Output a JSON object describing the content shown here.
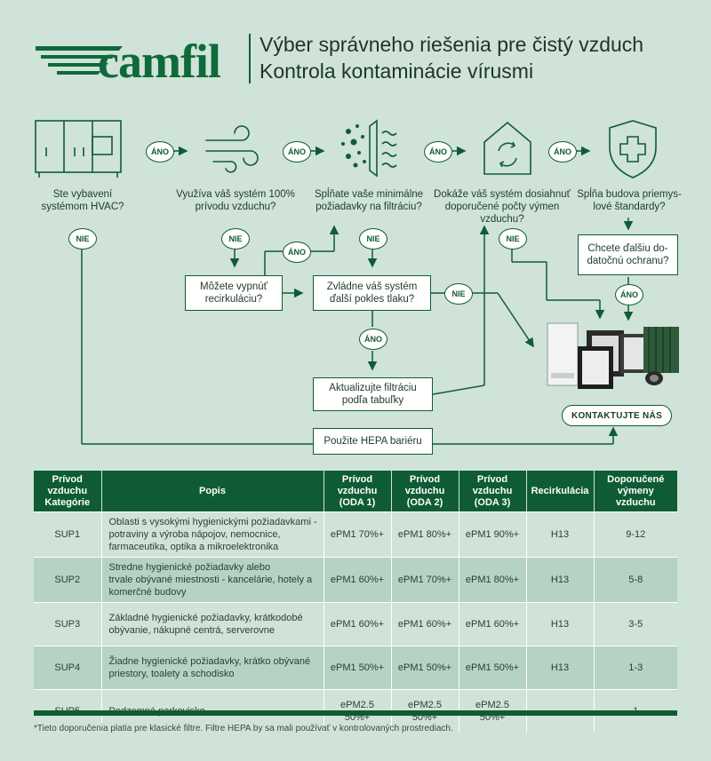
{
  "header": {
    "brand": "camfil",
    "title_line1": "Výber správneho riešenia pre čistý vzduch",
    "title_line2": "Kontrola kontaminácie vírusmi"
  },
  "flow": {
    "steps": [
      {
        "label_1": "Ste vybavení",
        "label_2": "systémom HVAC?",
        "icon": "hvac-unit-icon"
      },
      {
        "label_1": "Využíva váš systém 100%",
        "label_2": "prívodu vzduchu?",
        "icon": "airflow-icon"
      },
      {
        "label_1": "Spĺňate vaše minimálne",
        "label_2": "požiadavky na filtráciu?",
        "icon": "filtration-icon"
      },
      {
        "label_1": "Dokáže váš systém dosiahnuť",
        "label_2": "doporučené počty výmen",
        "label_3": "vzduchu?",
        "icon": "air-exchange-house-icon"
      },
      {
        "label_1": "Spĺňa budova priemys-",
        "label_2": "lové štandardy?",
        "icon": "health-shield-icon"
      }
    ],
    "yes": "ÁNO",
    "no": "NIE",
    "boxes": {
      "recirculation_1": "Môžete vypnúť",
      "recirculation_2": "recirkuláciu?",
      "pressure_1": "Zvládne váš systém",
      "pressure_2": "ďalší pokles tlaku?",
      "update_1": "Aktualizujte filtráciu",
      "update_2": "podľa tabuľky",
      "hepa": "Použite HEPA bariéru",
      "more_1": "Chcete ďalšiu do-",
      "more_2": "datočnú ochranu?"
    },
    "contact": "KONTAKTUJTE NÁS"
  },
  "table": {
    "headers": {
      "cat_1": "Prívod",
      "cat_2": "vzduchu",
      "cat_3": "Kategórie",
      "desc": "Popis",
      "oda1_1": "Prívod",
      "oda1_2": "vzduchu",
      "oda1_3": "(ODA 1)",
      "oda2_1": "Prívod",
      "oda2_2": "vzduchu",
      "oda2_3": "(ODA 2)",
      "oda3_1": "Prívod",
      "oda3_2": "vzduchu",
      "oda3_3": "(ODA 3)",
      "recirc": "Recirkulácia",
      "exch_1": "Doporučené",
      "exch_2": "výmeny",
      "exch_3": "vzduchu"
    },
    "rows": [
      {
        "cat": "SUP1",
        "desc_1": "Oblasti s vysokými hygienickými požiadavkami -",
        "desc_2": "potraviny a výroba nápojov, nemocnice,",
        "desc_3": "farmaceutika, optika a mikroelektronika",
        "oda1": "ePM1 70%+",
        "oda2": "ePM1 80%+",
        "oda3": "ePM1 90%+",
        "recirc": "H13",
        "exch": "9-12"
      },
      {
        "cat": "SUP2",
        "desc_1": "Stredne hygienické požiadavky alebo",
        "desc_2": "trvale obývané miestnosti - kancelárie, hotely a",
        "desc_3": "komerčné budovy",
        "oda1": "ePM1 60%+",
        "oda2": "ePM1 70%+",
        "oda3": "ePM1 80%+",
        "recirc": "H13",
        "exch": "5-8"
      },
      {
        "cat": "SUP3",
        "desc_1": "Základné hygienické požiadavky, krátkodobé",
        "desc_2": "obývanie, nákupné centrá, serverovne",
        "oda1": "ePM1 60%+",
        "oda2": "ePM1 60%+",
        "oda3": "ePM1 60%+",
        "recirc": "H13",
        "exch": "3-5"
      },
      {
        "cat": "SUP4",
        "desc_1": "Žiadne hygienické požiadavky, krátko obývané",
        "desc_2": "priestory, toalety a schodisko",
        "oda1": "ePM1 50%+",
        "oda2": "ePM1 50%+",
        "oda3": "ePM1 50%+",
        "recirc": "H13",
        "exch": "1-3"
      },
      {
        "cat": "SUP5",
        "desc_1": "Podzemné parkovisko",
        "oda1_1": "ePM2.5",
        "oda1_2": "50%+",
        "oda2_1": "ePM2.5",
        "oda2_2": "50%+",
        "oda3_1": "ePM2.5",
        "oda3_2": "50%+",
        "recirc": "-",
        "exch": "1"
      }
    ]
  },
  "footnote": "*Tieto doporučenia platia pre klasické filtre. Filtre HEPA by sa mali používať v kontrolovaných prostrediach."
}
